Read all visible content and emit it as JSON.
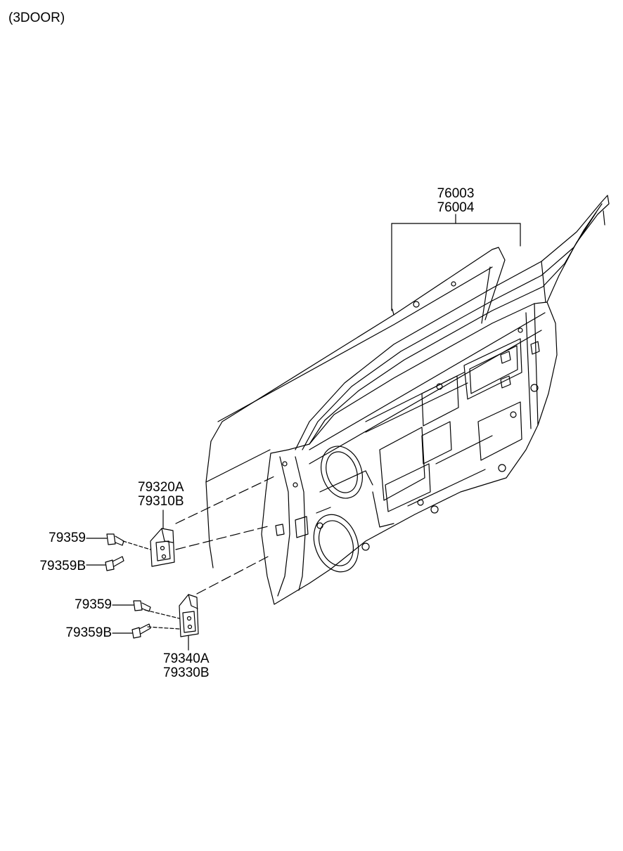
{
  "header": {
    "variant": "(3DOOR)"
  },
  "callouts": {
    "door_panel": {
      "line1": "76003",
      "line2": "76004"
    },
    "upper_hinge": {
      "line1": "79320A",
      "line2": "79310B"
    },
    "upper_bolt": "79359",
    "upper_bolt_b": "79359B",
    "lower_bolt": "79359",
    "lower_bolt_b": "79359B",
    "lower_hinge": {
      "line1": "79340A",
      "line2": "79330B"
    }
  },
  "colors": {
    "line": "#000000",
    "background": "#ffffff"
  }
}
